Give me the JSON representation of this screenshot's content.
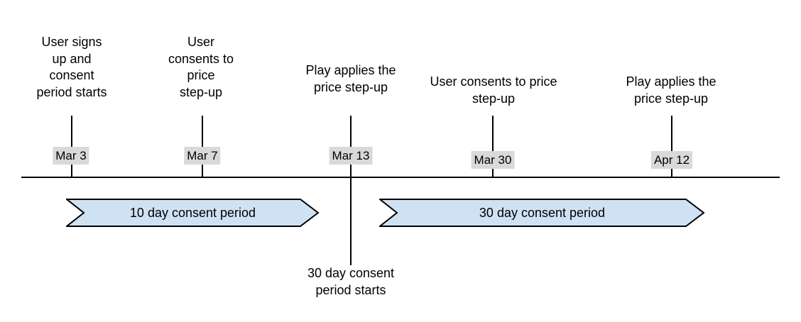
{
  "timeline": {
    "background": "#ffffff",
    "colors": {
      "axis": "#000000",
      "text": "#000000",
      "date_label_background": "#d9d9d9",
      "period_arrow_fill": "#cfe2f3",
      "period_arrow_border": "#000000"
    },
    "events": [
      {
        "date": "Mar 3",
        "description": "User signs\nup and\nconsent\nperiod starts"
      },
      {
        "date": "Mar 7",
        "description": "User\nconsents to\nprice\nstep-up"
      },
      {
        "date": "Mar 13",
        "description": "Play applies the\nprice step-up",
        "note_below_axis": "30 day consent\nperiod starts"
      },
      {
        "date": "Mar 30",
        "description": "User consents to price\nstep-up"
      },
      {
        "date": "Apr 12",
        "description": "Play applies the\nprice step-up"
      }
    ],
    "periods": [
      {
        "label": "10 day consent period"
      },
      {
        "label": "30 day consent period"
      }
    ]
  }
}
